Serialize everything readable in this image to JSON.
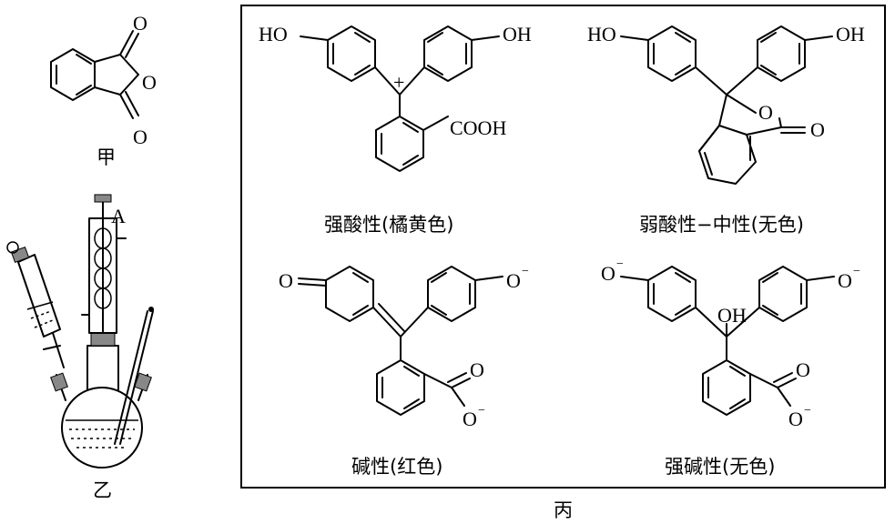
{
  "left": {
    "compound_jia": {
      "caption": "甲",
      "o_top": "O",
      "o_ring": "O",
      "o_bottom": "O"
    },
    "apparatus_yi": {
      "caption": "乙",
      "condenser_label": "A"
    }
  },
  "panel_bing": {
    "caption": "丙",
    "structures": [
      {
        "caption": "强酸性(橘黄色)",
        "ho_left": "HO",
        "oh_right": "OH",
        "charge": "+",
        "acid": "COOH"
      },
      {
        "caption": "弱酸性−中性(无色)",
        "ho_left": "HO",
        "oh_right": "OH",
        "ring_o": "O",
        "carbonyl_o": "O"
      },
      {
        "caption": "碱性(红色)",
        "o_left": "O",
        "o_right": "O",
        "o_right_charge": "−",
        "co_o": "O",
        "co_o_minus": "O",
        "co_minus": "−"
      },
      {
        "caption": "强碱性(无色)",
        "o_left": "O",
        "o_left_charge": "−",
        "o_right": "O",
        "o_right_charge": "−",
        "oh_center": "OH",
        "co_o": "O",
        "co_o_minus": "O",
        "co_minus": "−"
      }
    ]
  }
}
